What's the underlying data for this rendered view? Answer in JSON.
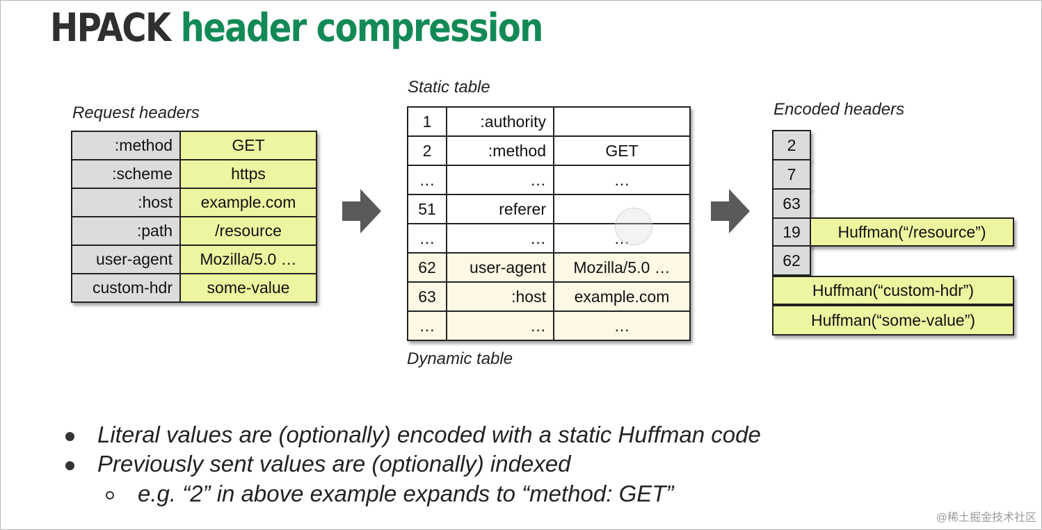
{
  "title": {
    "part1": "HPACK",
    "part2": "header compression"
  },
  "request_headers": {
    "caption": "Request headers",
    "rows": [
      {
        "name": ":method",
        "value": "GET"
      },
      {
        "name": ":scheme",
        "value": "https"
      },
      {
        "name": ":host",
        "value": "example.com"
      },
      {
        "name": ":path",
        "value": "/resource"
      },
      {
        "name": "user-agent",
        "value": "Mozilla/5.0 …"
      },
      {
        "name": "custom-hdr",
        "value": "some-value"
      }
    ]
  },
  "index_table": {
    "static_caption": "Static table",
    "dynamic_caption": "Dynamic table",
    "rows": [
      {
        "index": "1",
        "name": ":authority",
        "value": ""
      },
      {
        "index": "2",
        "name": ":method",
        "value": "GET"
      },
      {
        "index": "…",
        "name": "…",
        "value": "…"
      },
      {
        "index": "51",
        "name": "referer",
        "value": ""
      },
      {
        "index": "…",
        "name": "…",
        "value": "…"
      },
      {
        "index": "62",
        "name": "user-agent",
        "value": "Mozilla/5.0 …"
      },
      {
        "index": "63",
        "name": ":host",
        "value": "example.com"
      },
      {
        "index": "…",
        "name": "…",
        "value": "…"
      }
    ]
  },
  "encoded_headers": {
    "caption": "Encoded headers",
    "indices": [
      "2",
      "7",
      "63",
      "19",
      "62"
    ],
    "huffman_resource": "Huffman(“/resource”)",
    "huffman_custom_hdr": "Huffman(“custom-hdr”)",
    "huffman_some_value": "Huffman(“some-value”)"
  },
  "bullets": {
    "b1": "Literal values are (optionally) encoded with a static Huffman code",
    "b2": "Previously sent values are (optionally) indexed",
    "b3": "e.g. “2” in above example expands to “method: GET”"
  },
  "watermark": "@稀土掘金技术社区",
  "colors": {
    "title_dark": "#2f2f2f",
    "title_green": "#138a56",
    "header_name_gray": "#dcdcdc",
    "header_value_yellow": "#edf5a0",
    "dynamic_cream": "#fdf8e4",
    "arrow_gray": "#5a5a5a"
  }
}
